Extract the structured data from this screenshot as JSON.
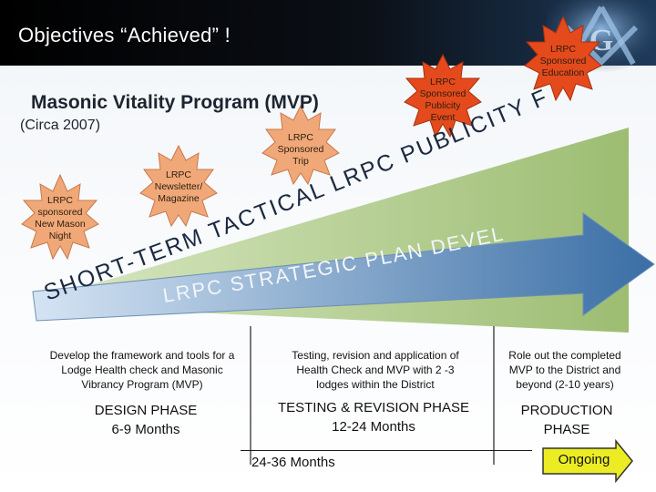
{
  "slide": {
    "title": "Objectives “Achieved” !",
    "program_title": "Masonic Vitality Program (MVP)",
    "circa": "(Circa 2007)"
  },
  "stars": [
    {
      "id": "new-mason-night",
      "lines": [
        "LRPC",
        "sponsored",
        "New Mason",
        "Night"
      ],
      "color": "#f0a878"
    },
    {
      "id": "newsletter",
      "lines": [
        "LRPC",
        "Newsletter/",
        "Magazine"
      ],
      "color": "#f0a878"
    },
    {
      "id": "trip",
      "lines": [
        "LRPC",
        "Sponsored",
        "Trip"
      ],
      "color": "#f0a878"
    },
    {
      "id": "publicity-event",
      "lines": [
        "LRPC",
        "Sponsored",
        "Publicity",
        "Event"
      ],
      "color": "#e44a1c"
    },
    {
      "id": "education",
      "lines": [
        "LRPC",
        "Sponsored",
        "Education"
      ],
      "color": "#e44a1c"
    }
  ],
  "arc_texts": {
    "short_term": "SHORT-TERM TACTICAL LRPC PUBLICITY FOCUSED EVENTS",
    "strategic": "LRPC STRATEGIC PLAN DEVELOPMENT"
  },
  "columns": [
    {
      "description": "Develop the framework and tools for a Lodge Health check and Masonic Vibrancy Program (MVP)",
      "phase": "DESIGN PHASE",
      "duration": "6-9 Months"
    },
    {
      "description": "Testing, revision and application of Health Check and MVP with 2 -3 lodges within the District",
      "phase": "TESTING & REVISION PHASE",
      "duration": "12-24 Months"
    },
    {
      "description": "Role out the completed MVP to the District and beyond (2-10 years)",
      "phase": "PRODUCTION",
      "duration": "PHASE"
    }
  ],
  "timeline": {
    "total": "24-36 Months",
    "ongoing": "Ongoing"
  },
  "colors": {
    "title_bar": "#000000",
    "green_wedge": "#a9c782",
    "blue_arrow": "#3a6ea5",
    "star_light": "#f0a878",
    "star_dark": "#e44a1c",
    "ongoing_arrow": "#e6e61a"
  }
}
